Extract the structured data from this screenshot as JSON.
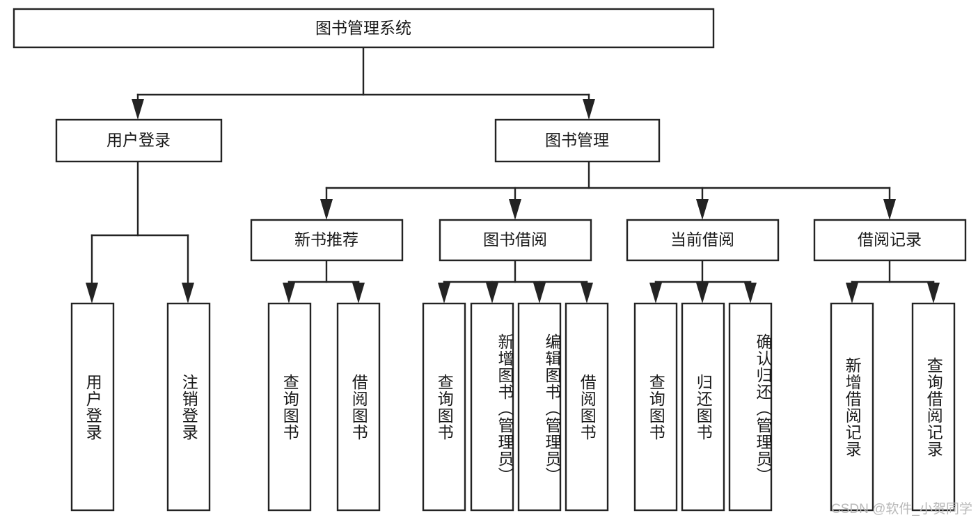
{
  "diagram": {
    "type": "tree",
    "title": "图书管理系统",
    "orientation": "top-down",
    "colors": {
      "stroke": "#232323",
      "box_fill": "#ffffff",
      "text": "#1a1a1a",
      "background": "#ffffff",
      "watermark": "#b9b9b9"
    },
    "root": {
      "label": "图书管理系统"
    },
    "level2": [
      {
        "label": "用户登录"
      },
      {
        "label": "图书管理"
      }
    ],
    "level3": [
      {
        "label": "新书推荐"
      },
      {
        "label": "图书借阅"
      },
      {
        "label": "当前借阅"
      },
      {
        "label": "借阅记录"
      }
    ],
    "leaves_user_login": [
      {
        "label": "用户登录"
      },
      {
        "label": "注销登录"
      }
    ],
    "leaves_new_book": [
      {
        "label": "查询图书"
      },
      {
        "label": "借阅图书"
      }
    ],
    "leaves_borrow": [
      {
        "label": "查询图书"
      },
      {
        "label": "新增图书（管理员）"
      },
      {
        "label": "编辑图书（管理员）"
      },
      {
        "label": "借阅图书"
      }
    ],
    "leaves_current": [
      {
        "label": "查询图书"
      },
      {
        "label": "归还图书"
      },
      {
        "label": "确认归还（管理员）"
      }
    ],
    "leaves_records": [
      {
        "label": "新增借阅记录"
      },
      {
        "label": "查询借阅记录"
      }
    ]
  },
  "watermark": {
    "text": "CSDN @软件_小贺同学"
  }
}
